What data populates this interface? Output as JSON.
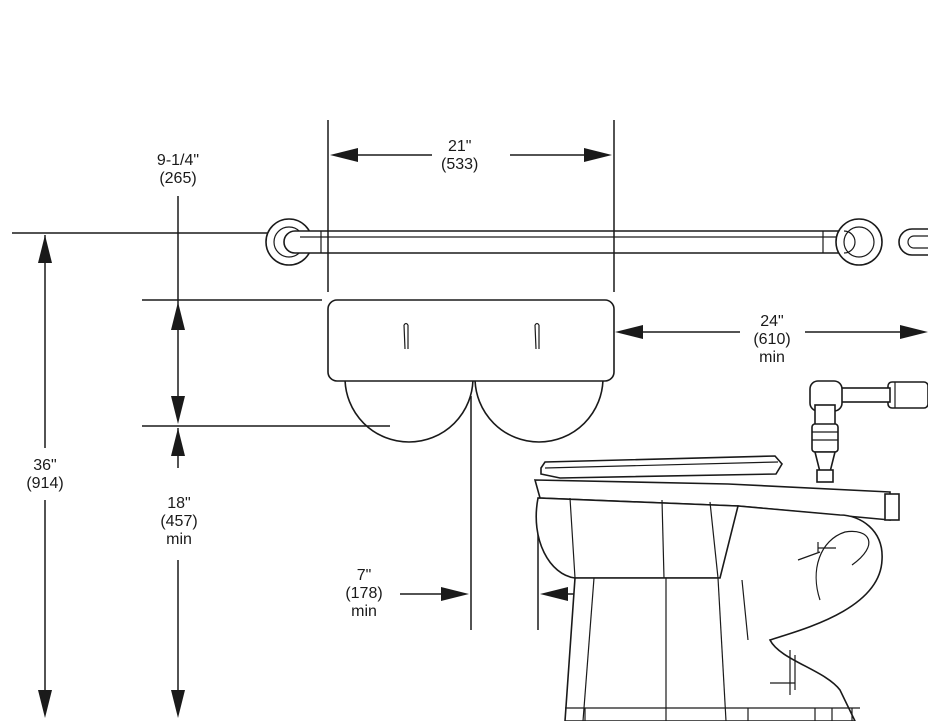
{
  "dimensions": {
    "width": {
      "value": "21\"",
      "metric": "(533)"
    },
    "offset": {
      "value": "9-1/4\"",
      "metric": "(265)"
    },
    "clearance": {
      "value": "24\"",
      "metric": "(610)",
      "note": "min"
    },
    "bar_height": {
      "value": "36\"",
      "metric": "(914)"
    },
    "floor_height": {
      "value": "18\"",
      "metric": "(457)",
      "note": "min"
    },
    "front_offset": {
      "value": "7\"",
      "metric": "(178)",
      "note": "min"
    }
  }
}
